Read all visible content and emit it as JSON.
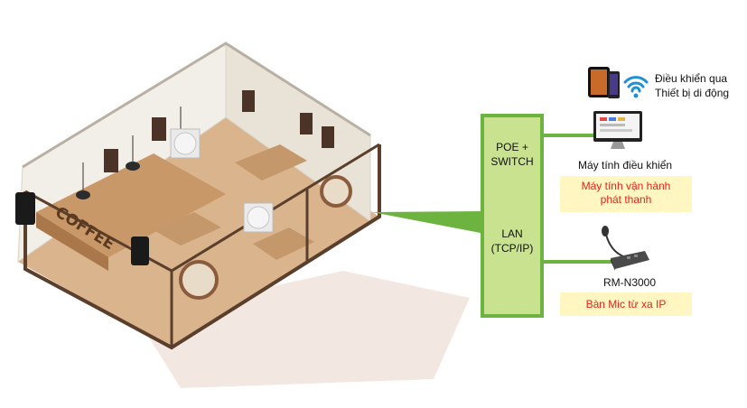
{
  "cafe": {
    "sign": "COFFEE"
  },
  "switch": {
    "line1": "POE +",
    "line2": "SWITCH",
    "lan1": "LAN",
    "lan2": "(TCP/IP)"
  },
  "mobile": {
    "line1": "Điều khiển qua",
    "line2": "Thiết bị di động"
  },
  "pc": {
    "title": "Máy tính điều khiển",
    "role1": "Máy tính vận hành",
    "role2": "phát thanh"
  },
  "mic": {
    "model": "RM-N3000",
    "role": "Bàn Mic từ xa IP"
  },
  "colors": {
    "switch_fill": "#c9e28f",
    "switch_border": "#6cb33f",
    "label_bg": "#fff6c2",
    "label_text": "#e2231a"
  }
}
